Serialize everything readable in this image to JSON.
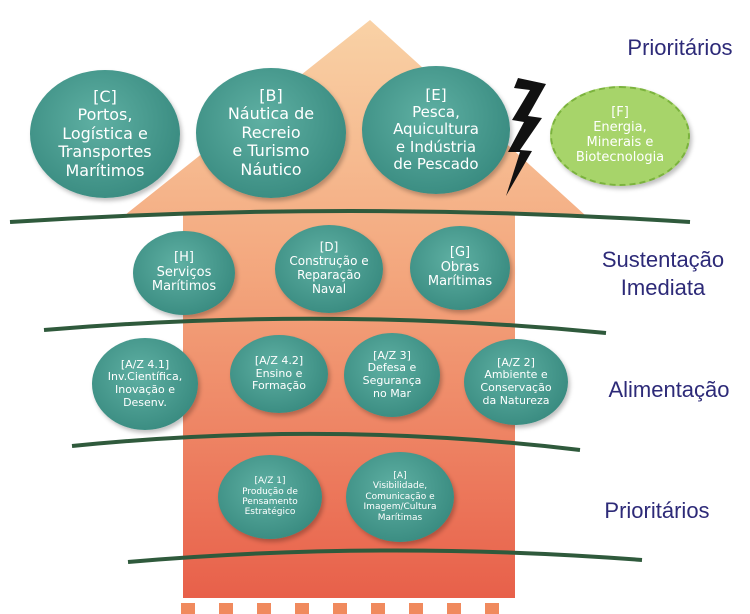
{
  "colors": {
    "arrow_top": "#f8cfa2",
    "arrow_bottom": "#e8624a",
    "node_teal": "#3c8e83",
    "node_light_green": "#a7d46a",
    "band_line": "#2f5a3c",
    "label_text": "#2d2a78",
    "lightning": "#111111"
  },
  "tiers": {
    "top": "Prioritários",
    "second": "Sustentação\nImediata",
    "third": "Alimentação",
    "bottom": "Prioritários"
  },
  "nodes": {
    "c": {
      "code": "[C]",
      "text": "Portos,\nLogística e\nTransportes\nMarítimos"
    },
    "b": {
      "code": "[B]",
      "text": "Náutica de\nRecreio\ne Turismo\nNáutico"
    },
    "e": {
      "code": "[E]",
      "text": "Pesca,\nAquicultura\ne Indústria\nde Pescado"
    },
    "f": {
      "code": "[F]",
      "text": "Energia,\nMinerais e\nBiotecnologia"
    },
    "h": {
      "code": "[H]",
      "text": "Serviços\nMarítimos"
    },
    "d": {
      "code": "[D]",
      "text": "Construção e\nReparação\nNaval"
    },
    "g": {
      "code": "[G]",
      "text": "Obras\nMarítimas"
    },
    "az41": {
      "code": "[A/Z 4.1]",
      "text": "Inv.Científica,\nInovação e\nDesenv."
    },
    "az42": {
      "code": "[A/Z 4.2]",
      "text": "Ensino e\nFormação"
    },
    "az3": {
      "code": "[A/Z 3]",
      "text": "Defesa e\nSegurança\nno Mar"
    },
    "az2": {
      "code": "[A/Z 2]",
      "text": "Ambiente e\nConservação\nda Natureza"
    },
    "az1": {
      "code": "[A/Z 1]",
      "text": "Produção de\nPensamento\nEstratégico"
    },
    "a": {
      "code": "[A]",
      "text": "Visibilidade,\nComunicação e\nImagem/Cultura\nMarítimas"
    }
  }
}
